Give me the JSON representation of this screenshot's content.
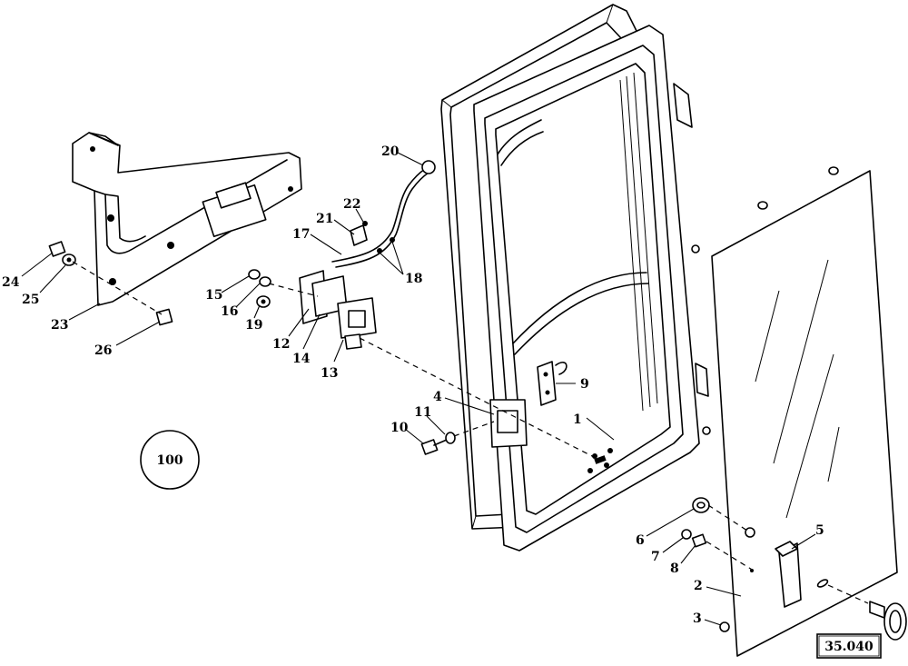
{
  "diagram": {
    "callouts": [
      "1",
      "2",
      "3",
      "4",
      "5",
      "6",
      "7",
      "8",
      "9",
      "10",
      "11",
      "12",
      "13",
      "14",
      "15",
      "16",
      "17",
      "18",
      "19",
      "20",
      "21",
      "22",
      "23",
      "24",
      "25",
      "26"
    ],
    "circle_label": "100",
    "box_label": "35.040"
  }
}
